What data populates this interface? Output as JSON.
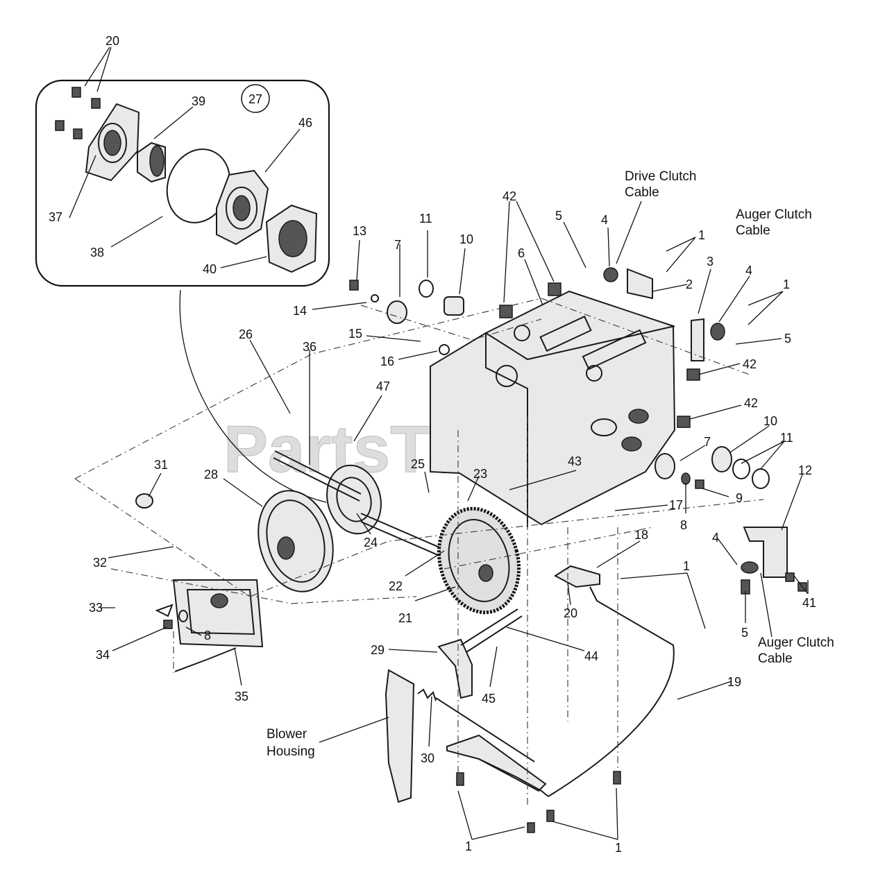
{
  "watermark": "PartsTree",
  "callouts": {
    "inset_fasteners": "20",
    "inset_assembly": "27",
    "inset_hub": "39",
    "inset_plate_b": "46",
    "inset_plate_a": "37",
    "inset_ring": "38",
    "inset_bracket": "40",
    "bolt_top": "13",
    "spacer_left": "7",
    "washer_top": "11",
    "bushing_top": "10",
    "washer_14": "14",
    "pin_15": "15",
    "washer_16": "16",
    "bearing_42_top": "42",
    "frame_6": "6",
    "bolt_5_top": "5",
    "cable_guide_4_top": "4",
    "bolts_1_top": "1",
    "bracket_2": "2",
    "bracket_3": "3",
    "cable_guide_4_mid": "4",
    "bolts_1_mid": "1",
    "bolt_5_mid": "5",
    "bearing_42_mid": "42",
    "bearing_42_low": "42",
    "bushing_10_right": "10",
    "washer_11_right": "11",
    "spacer_7_right": "7",
    "washer_8_right": "8",
    "nut_9": "9",
    "bracket_12": "12",
    "bolt_17": "17",
    "plate_18": "18",
    "bolts_1_low": "1",
    "cable_guide_4_low": "4",
    "bolts_41": "41",
    "bolt_5_low": "5",
    "nut_20": "20",
    "housing_19": "19",
    "pin_43": "43",
    "pin_23": "23",
    "pin_25": "25",
    "shaft_36": "36",
    "key_26": "26",
    "ring_47": "47",
    "bushing_31": "31",
    "wheel_28": "28",
    "shaft_24": "24",
    "gear_22": "22",
    "gear_21": "21",
    "axle_32": "32",
    "cover_33": "33",
    "washer_8_left": "8",
    "nut_34": "34",
    "spring_35": "35",
    "lever_29": "29",
    "washer_44": "44",
    "pin_45": "45",
    "spring_30": "30",
    "bolts_1_bottom_left": "1",
    "bolts_1_bottom_right": "1"
  },
  "captions": {
    "drive_clutch_cable": [
      "Drive Clutch",
      "Cable"
    ],
    "auger_clutch_cable_top": [
      "Auger Clutch",
      "Cable"
    ],
    "auger_clutch_cable_bottom": [
      "Auger Clutch",
      "Cable"
    ],
    "blower_housing": [
      "Blower",
      "Housing"
    ]
  }
}
